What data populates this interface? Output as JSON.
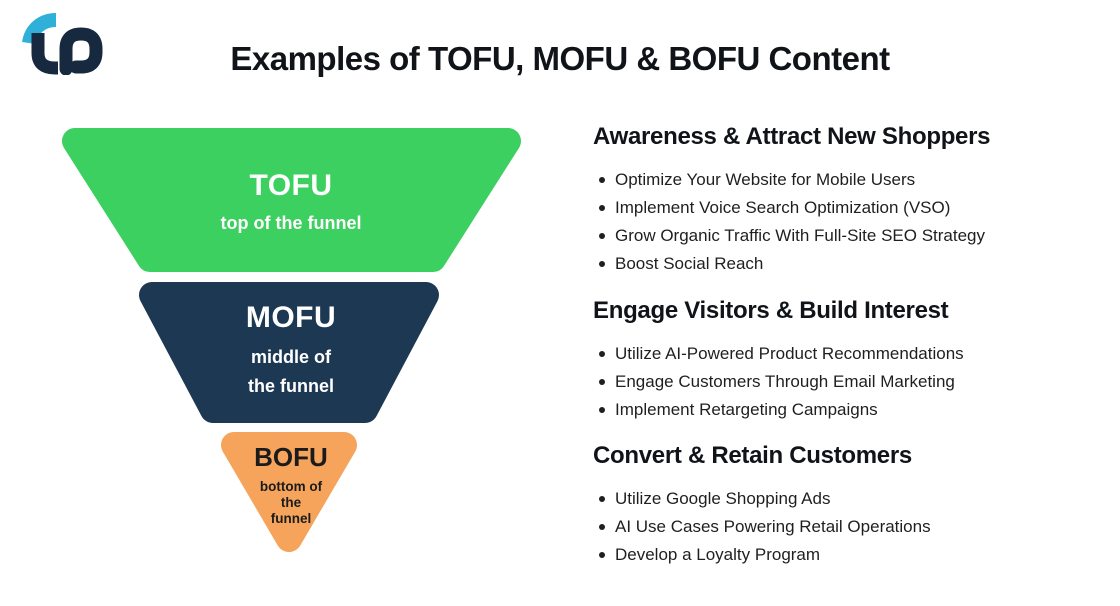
{
  "colors": {
    "background": "#ffffff",
    "title_text": "#101418",
    "body_text": "#1f1f1f",
    "tofu_green": "#3bd05f",
    "mofu_navy": "#1d3853",
    "bofu_orange": "#f6a45c",
    "funnel_light_text": "#ffffff",
    "funnel_dark_text": "#1b1b1b",
    "logo_navy": "#16293f",
    "logo_cyan": "#2fb0d8"
  },
  "header": {
    "title": "Examples of TOFU, MOFU & BOFU Content"
  },
  "logo": {
    "icon": "tro-brand-mark"
  },
  "funnel": {
    "stages": [
      {
        "id": "tofu",
        "label": "TOFU",
        "sublabel_lines": [
          "top of the funnel"
        ]
      },
      {
        "id": "mofu",
        "label": "MOFU",
        "sublabel_lines": [
          "middle of",
          "the funnel"
        ]
      },
      {
        "id": "bofu",
        "label": "BOFU",
        "sublabel_lines": [
          "bottom of",
          "the",
          "funnel"
        ]
      }
    ]
  },
  "sections": [
    {
      "heading": "Awareness & Attract New Shoppers",
      "items": [
        "Optimize Your Website for Mobile Users",
        "Implement Voice Search Optimization (VSO)",
        "Grow Organic Traffic With Full-Site SEO Strategy",
        "Boost Social Reach"
      ]
    },
    {
      "heading": "Engage Visitors & Build Interest",
      "items": [
        "Utilize AI-Powered Product Recommendations",
        "Engage Customers Through Email Marketing",
        "Implement Retargeting Campaigns"
      ]
    },
    {
      "heading": "Convert & Retain Customers",
      "items": [
        "Utilize Google Shopping Ads",
        "AI Use Cases Powering Retail Operations",
        "Develop a Loyalty Program"
      ]
    }
  ]
}
